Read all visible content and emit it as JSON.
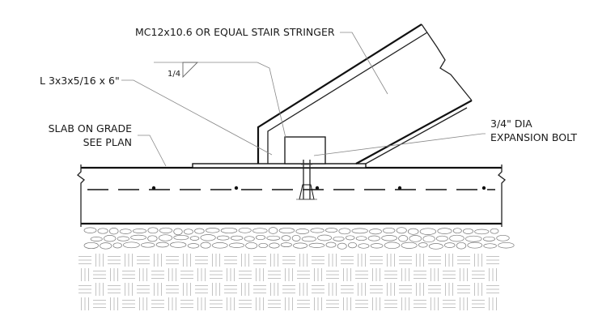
{
  "labels": {
    "stringer": "MC12x10.6 OR EQUAL STAIR STRINGER",
    "angle": "L 3x3x5/16 x 6\"",
    "weld": "1/4",
    "slab_line1": "SLAB ON GRADE",
    "slab_line2": "SEE PLAN",
    "bolt_line1": "3/4\" DIA",
    "bolt_line2": "EXPANSION BOLT"
  },
  "colors": {
    "line": "#111111",
    "leader": "#888888",
    "background": "#ffffff"
  }
}
